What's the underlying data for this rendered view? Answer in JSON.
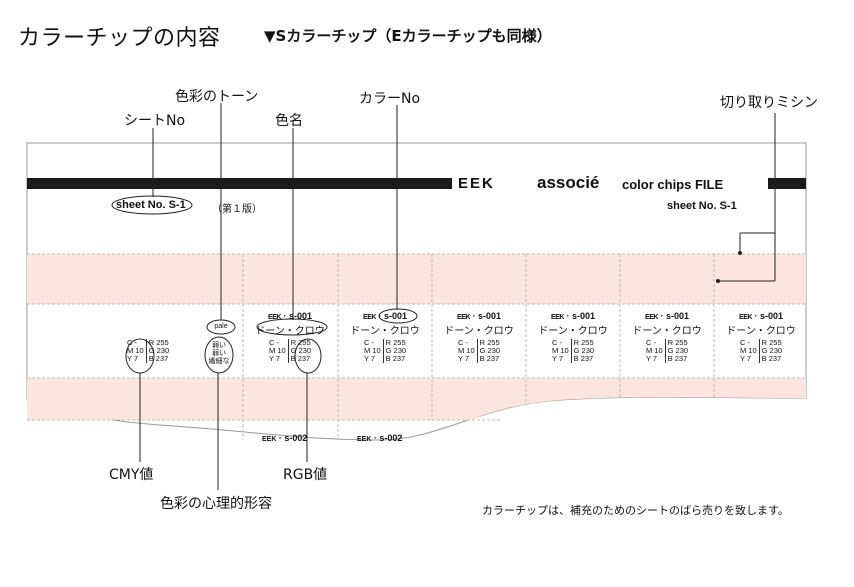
{
  "header": {
    "title": "カラーチップの内容",
    "subtitle": "▼Sカラーチップ（Eカラーチップも同様）"
  },
  "callouts": {
    "tone": "色彩のトーン",
    "sheet_no": "シートNo",
    "color_name": "色名",
    "color_no": "カラーNo",
    "perforation": "切り取りミシン",
    "cmy": "CMY値",
    "rgb": "RGB値",
    "psych": "色彩の心理的形容"
  },
  "sheet": {
    "brand_logo": "EEK",
    "brand_name": "associé",
    "product": "color chips FILE",
    "sheet_label_left": "sheet No. S-1",
    "edition": "（第１版）",
    "sheet_label_right": "sheet No. S-1"
  },
  "chip": {
    "maker": "EEK",
    "code": "s-001",
    "name": "ドーン・クロウ",
    "cmy": [
      "C  -",
      "M 10",
      "Y  7"
    ],
    "rgb": [
      "R 255",
      "G 230",
      "B 237"
    ],
    "tone": "pale",
    "psych": [
      "弱い",
      "弱い",
      "繊細な"
    ]
  },
  "next_chip": {
    "maker": "EEK",
    "code": "s-002"
  },
  "note": "カラーチップは、補充のためのシートのばら売りを致します。",
  "colors": {
    "chip_fill": "#fde5df",
    "bar": "#1a1a1a",
    "dashed": "#bbbbbb"
  }
}
